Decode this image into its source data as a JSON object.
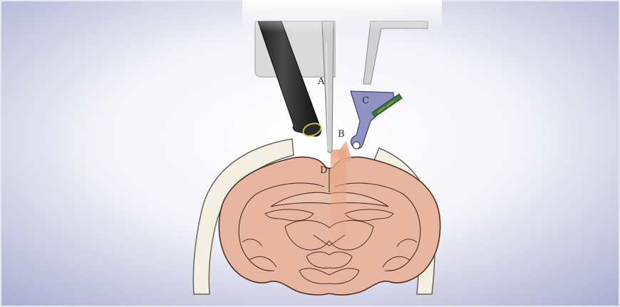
{
  "labels": {
    "a": "A",
    "b": "B",
    "c": "C",
    "d": "D"
  },
  "colors": {
    "background_edge": "#b3b6d6",
    "background_center": "#ffffff",
    "brain_fill": "#e8b5a1",
    "brain_outline": "#4a2e28",
    "skull_fill": "#f3efe3",
    "objective_dark": "#2b2b2b",
    "objective_tip": "#c8b94a",
    "holder_fill": "#dcdcdc",
    "clamp_fill": "#8f92c3",
    "circuit_green": "#3f7a3a",
    "laser_beam": "#e8a888"
  }
}
